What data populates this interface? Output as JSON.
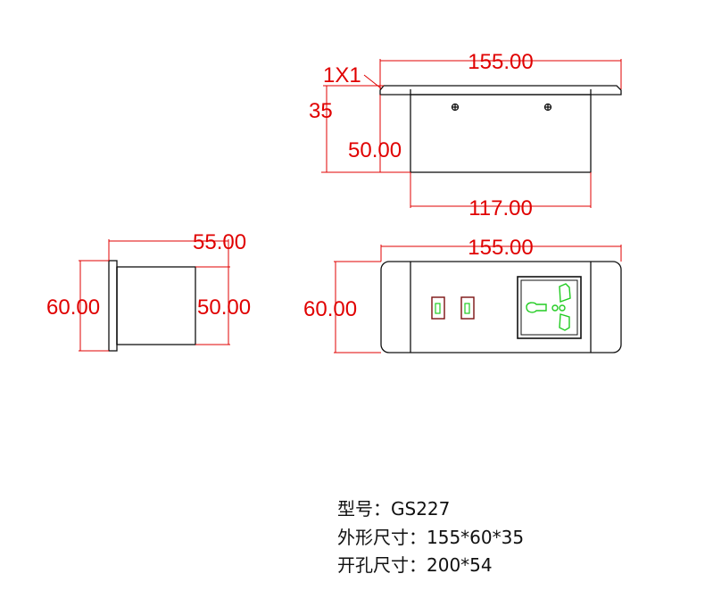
{
  "colors": {
    "dimension": "#e00000",
    "outline": "#111111",
    "socket": "#22cc22",
    "port": "#7a1010"
  },
  "top_view": {
    "width_label": "155.00",
    "chamfer_label": "1X1",
    "depth_label": "35",
    "body_height_label": "50.00",
    "body_width_label": "117.00"
  },
  "side_view": {
    "depth_label": "55.00",
    "height_label": "60.00",
    "body_height_label": "50.00"
  },
  "front_view": {
    "width_label": "155.00",
    "height_label": "60.00"
  },
  "specs": {
    "model": "型号：GS227",
    "size": "外形尺寸：155*60*35",
    "cutout": "开孔尺寸：200*54"
  }
}
